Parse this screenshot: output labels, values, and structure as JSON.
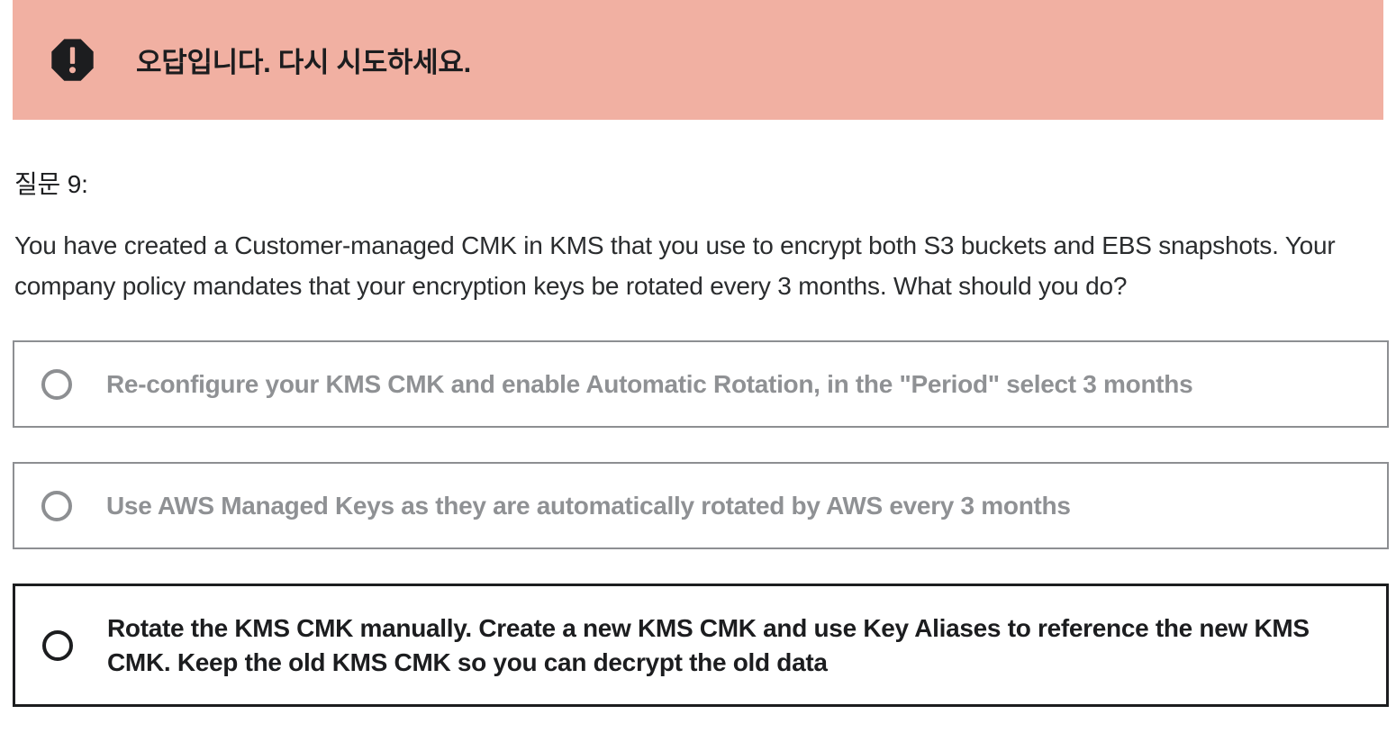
{
  "alert": {
    "text": "오답입니다. 다시 시도하세요.",
    "icon": "exclamation-octagon",
    "bg_color": "#f1b0a2",
    "fg_color": "#1c1d1f"
  },
  "question": {
    "label": "질문 9:",
    "text": "You have created a Customer-managed CMK in KMS that you use to encrypt both S3 buckets and EBS snapshots. Your company policy mandates that your encryption keys be rotated every 3 months. What should you do?"
  },
  "options": [
    {
      "label": "Re-configure your KMS CMK and enable Automatic Rotation, in the \"Period\" select 3 months",
      "state": "disabled",
      "selected": false
    },
    {
      "label": "Use AWS Managed Keys as they are automatically rotated by AWS every 3 months",
      "state": "disabled",
      "selected": false
    },
    {
      "label": "Rotate the KMS CMK manually. Create a new KMS CMK and use Key Aliases to reference the new KMS CMK. Keep the old KMS CMK so you can decrypt the old data",
      "state": "active",
      "selected": false
    }
  ],
  "colors": {
    "alert_background": "#f1b0a2",
    "dark_text": "#1c1d1f",
    "body_text": "#2a2c2e",
    "disabled_gray": "#8f9194"
  }
}
